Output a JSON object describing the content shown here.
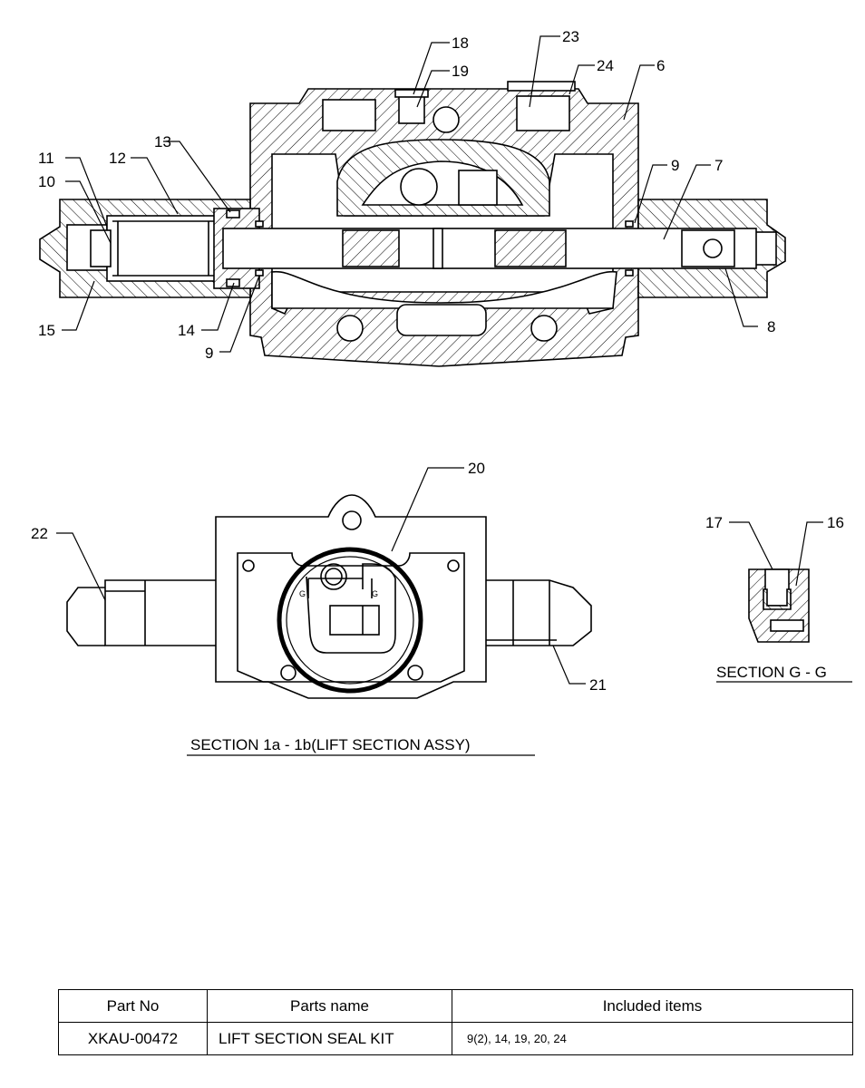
{
  "callouts": {
    "c6": "6",
    "c7": "7",
    "c8": "8",
    "c9a": "9",
    "c9b": "9",
    "c10": "10",
    "c11": "11",
    "c12": "12",
    "c13": "13",
    "c14": "14",
    "c15": "15",
    "c16": "16",
    "c17": "17",
    "c18": "18",
    "c19": "19",
    "c20": "20",
    "c21": "21",
    "c22": "22",
    "c23": "23",
    "c24": "24"
  },
  "section_marks": {
    "g_left": "G",
    "g_right": "G"
  },
  "captions": {
    "lift_section": "SECTION 1a - 1b(LIFT SECTION ASSY)",
    "section_g": "SECTION G - G"
  },
  "table": {
    "headers": [
      "Part No",
      "Parts name",
      "Included items"
    ],
    "rows": [
      {
        "part_no": "XKAU-00472",
        "parts_name": "LIFT SECTION SEAL KIT",
        "included": "9(2), 14, 19, 20, 24"
      }
    ]
  }
}
